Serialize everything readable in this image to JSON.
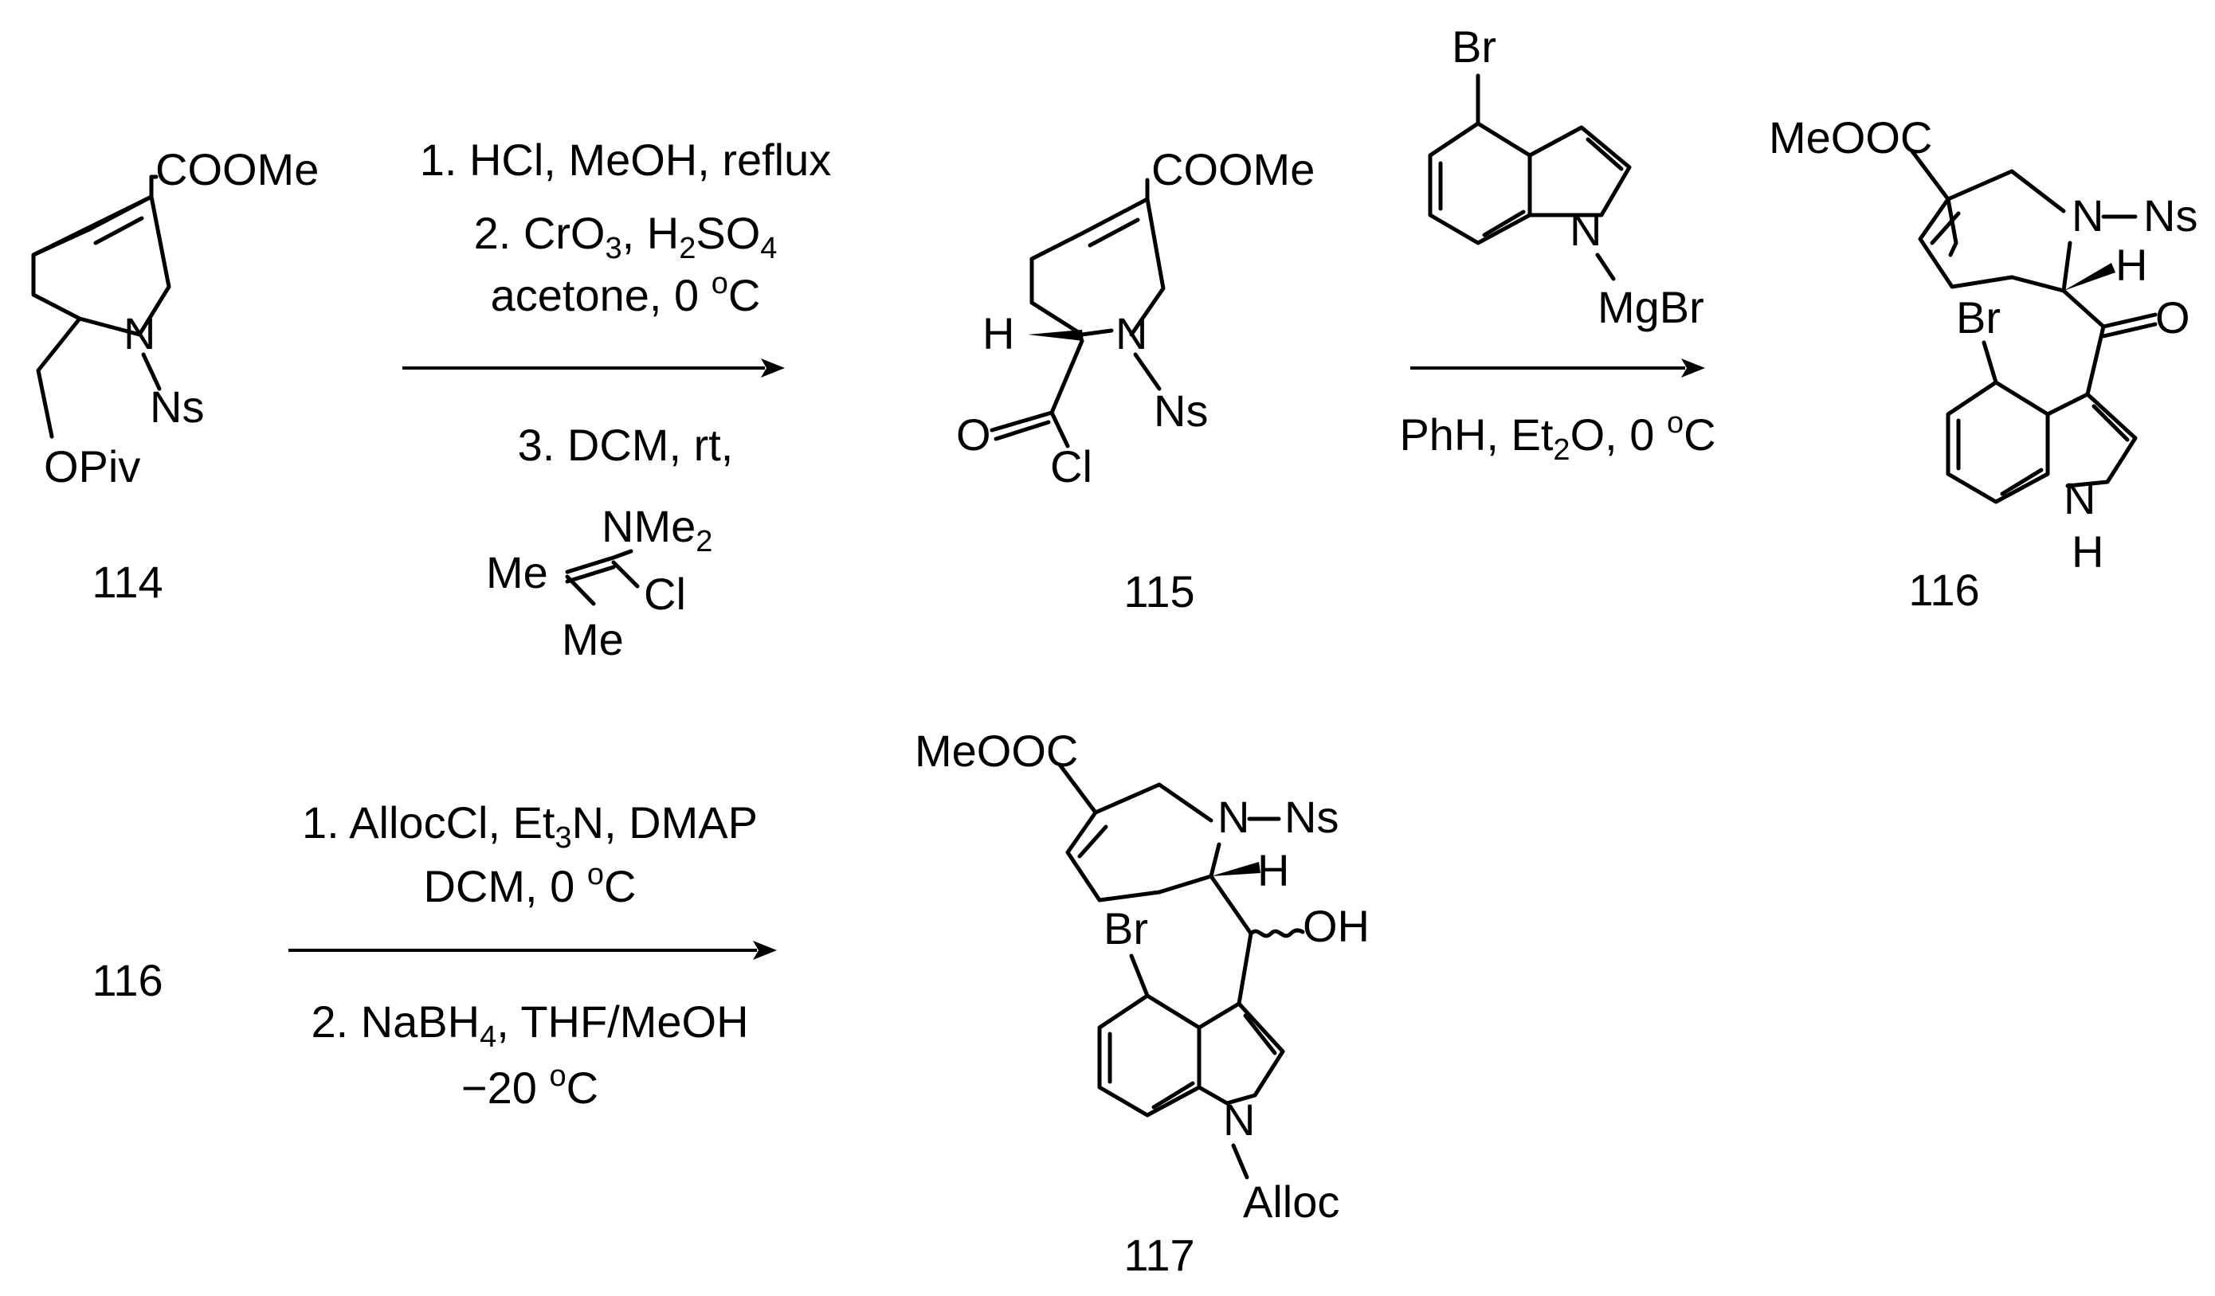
{
  "compounds": {
    "c114": {
      "id": "114",
      "cooMe": "COOMe",
      "n": "N",
      "ns": "Ns",
      "opiv": "OPiv"
    },
    "c115": {
      "id": "115",
      "cooMe": "COOMe",
      "h": "H",
      "n": "N",
      "ns": "Ns",
      "o": "O",
      "cl": "Cl"
    },
    "c116": {
      "id": "116",
      "meooc": "MeOOC",
      "n": "N",
      "ns": "Ns",
      "h": "H",
      "o": "O",
      "br": "Br",
      "nh_n": "N",
      "nh_h": "H"
    },
    "c117": {
      "id": "117",
      "meooc": "MeOOC",
      "n": "N",
      "ns": "Ns",
      "h": "H",
      "oh": "OH",
      "br": "Br",
      "n_ind": "N",
      "alloc": "Alloc"
    }
  },
  "step1": {
    "line1": "1. HCl, MeOH, reflux",
    "line2_pre": "2. CrO",
    "line2_sub1": "3",
    "line2_mid": ", H",
    "line2_sub2": "2",
    "line2_mid2": "SO",
    "line2_sub3": "4",
    "line3_pre": "acetone, 0 ",
    "line3_sup": "o",
    "line3_post": "C",
    "line4": "3. DCM, rt,",
    "reagent_nme": "NMe",
    "reagent_nme_sub": "2",
    "reagent_me1": "Me",
    "reagent_cl": "Cl",
    "reagent_me2": "Me"
  },
  "step2": {
    "grignard_br": "Br",
    "grignard_n": "N",
    "grignard_mgbr": "MgBr",
    "cond_pre": "PhH, Et",
    "cond_sub": "2",
    "cond_mid": "O, 0 ",
    "cond_sup": "o",
    "cond_post": "C"
  },
  "step3": {
    "start_id": "116",
    "line1_pre": "1. AllocCl, Et",
    "line1_sub": "3",
    "line1_post": "N, DMAP",
    "line2_pre": "DCM, 0 ",
    "line2_sup": "o",
    "line2_post": "C",
    "line3_pre": "2. NaBH",
    "line3_sub": "4",
    "line3_post": ", THF/MeOH",
    "line4_pre": "−20 ",
    "line4_sup": "o",
    "line4_post": "C"
  }
}
